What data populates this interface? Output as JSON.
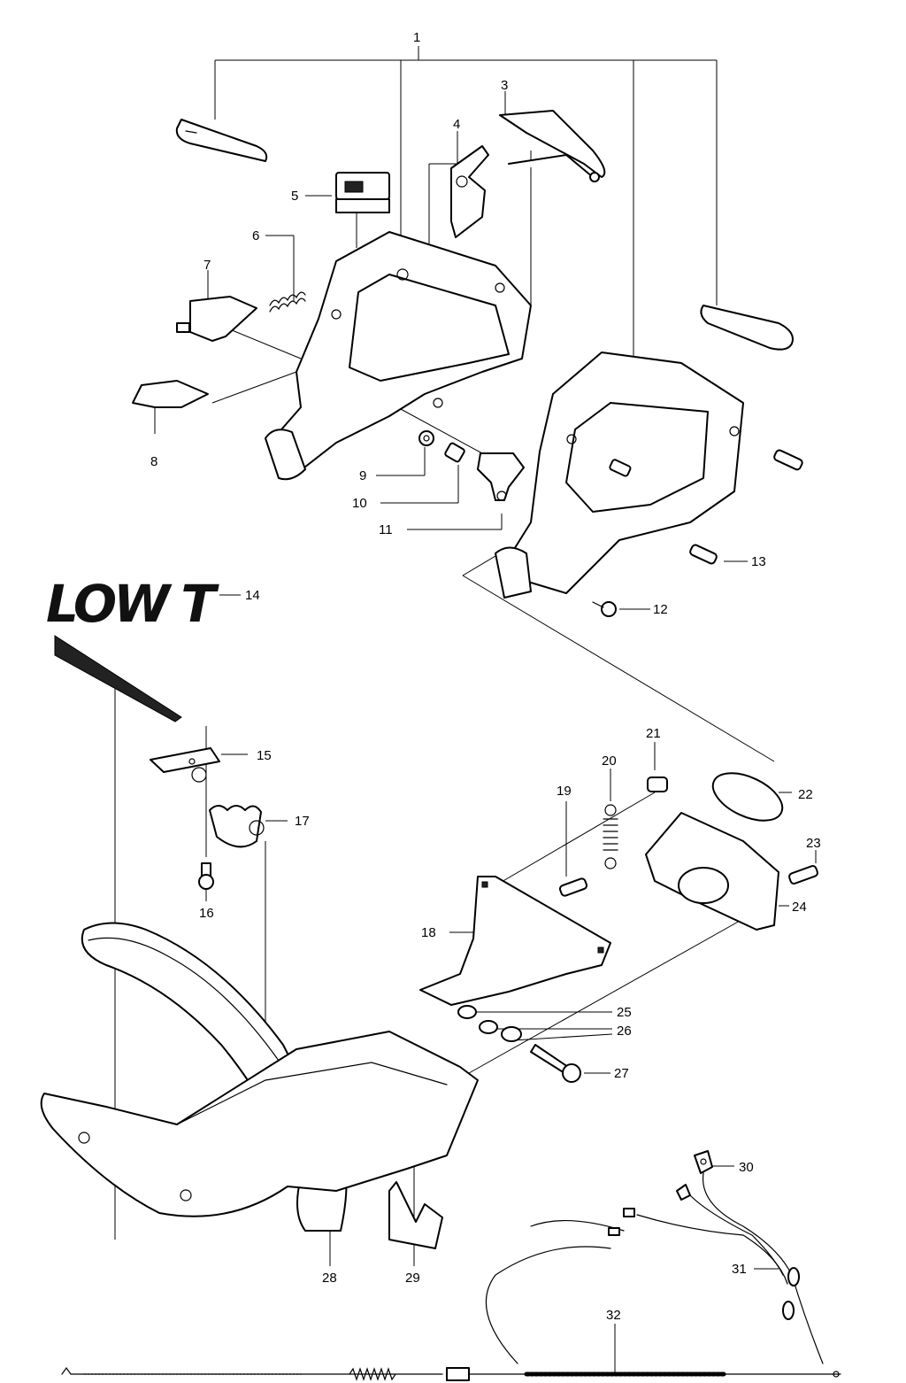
{
  "callouts": [
    {
      "id": "c1",
      "label": "1"
    },
    {
      "id": "c2",
      "label": "3"
    },
    {
      "id": "c3",
      "label": "4"
    },
    {
      "id": "c4",
      "label": "5"
    },
    {
      "id": "c5",
      "label": "6"
    },
    {
      "id": "c6",
      "label": "7"
    },
    {
      "id": "c7",
      "label": "8"
    },
    {
      "id": "c8",
      "label": "9"
    },
    {
      "id": "c9",
      "label": "10"
    },
    {
      "id": "c10",
      "label": "11"
    },
    {
      "id": "c11",
      "label": "12"
    },
    {
      "id": "c12",
      "label": "13"
    },
    {
      "id": "c13",
      "label": "14"
    },
    {
      "id": "c14",
      "label": "15"
    },
    {
      "id": "c15",
      "label": "16"
    },
    {
      "id": "c16",
      "label": "17"
    },
    {
      "id": "c17",
      "label": "18"
    },
    {
      "id": "c18",
      "label": "19"
    },
    {
      "id": "c19",
      "label": "20"
    },
    {
      "id": "c20",
      "label": "21"
    },
    {
      "id": "c21",
      "label": "22"
    },
    {
      "id": "c22",
      "label": "23"
    },
    {
      "id": "c23",
      "label": "24"
    },
    {
      "id": "c24",
      "label": "25"
    },
    {
      "id": "c25",
      "label": "26"
    },
    {
      "id": "c26",
      "label": "27"
    },
    {
      "id": "c27",
      "label": "28"
    },
    {
      "id": "c28",
      "label": "29"
    },
    {
      "id": "c29",
      "label": "30"
    },
    {
      "id": "c30",
      "label": "31"
    },
    {
      "id": "c31",
      "label": "32"
    }
  ],
  "decal_text": "LOW T"
}
